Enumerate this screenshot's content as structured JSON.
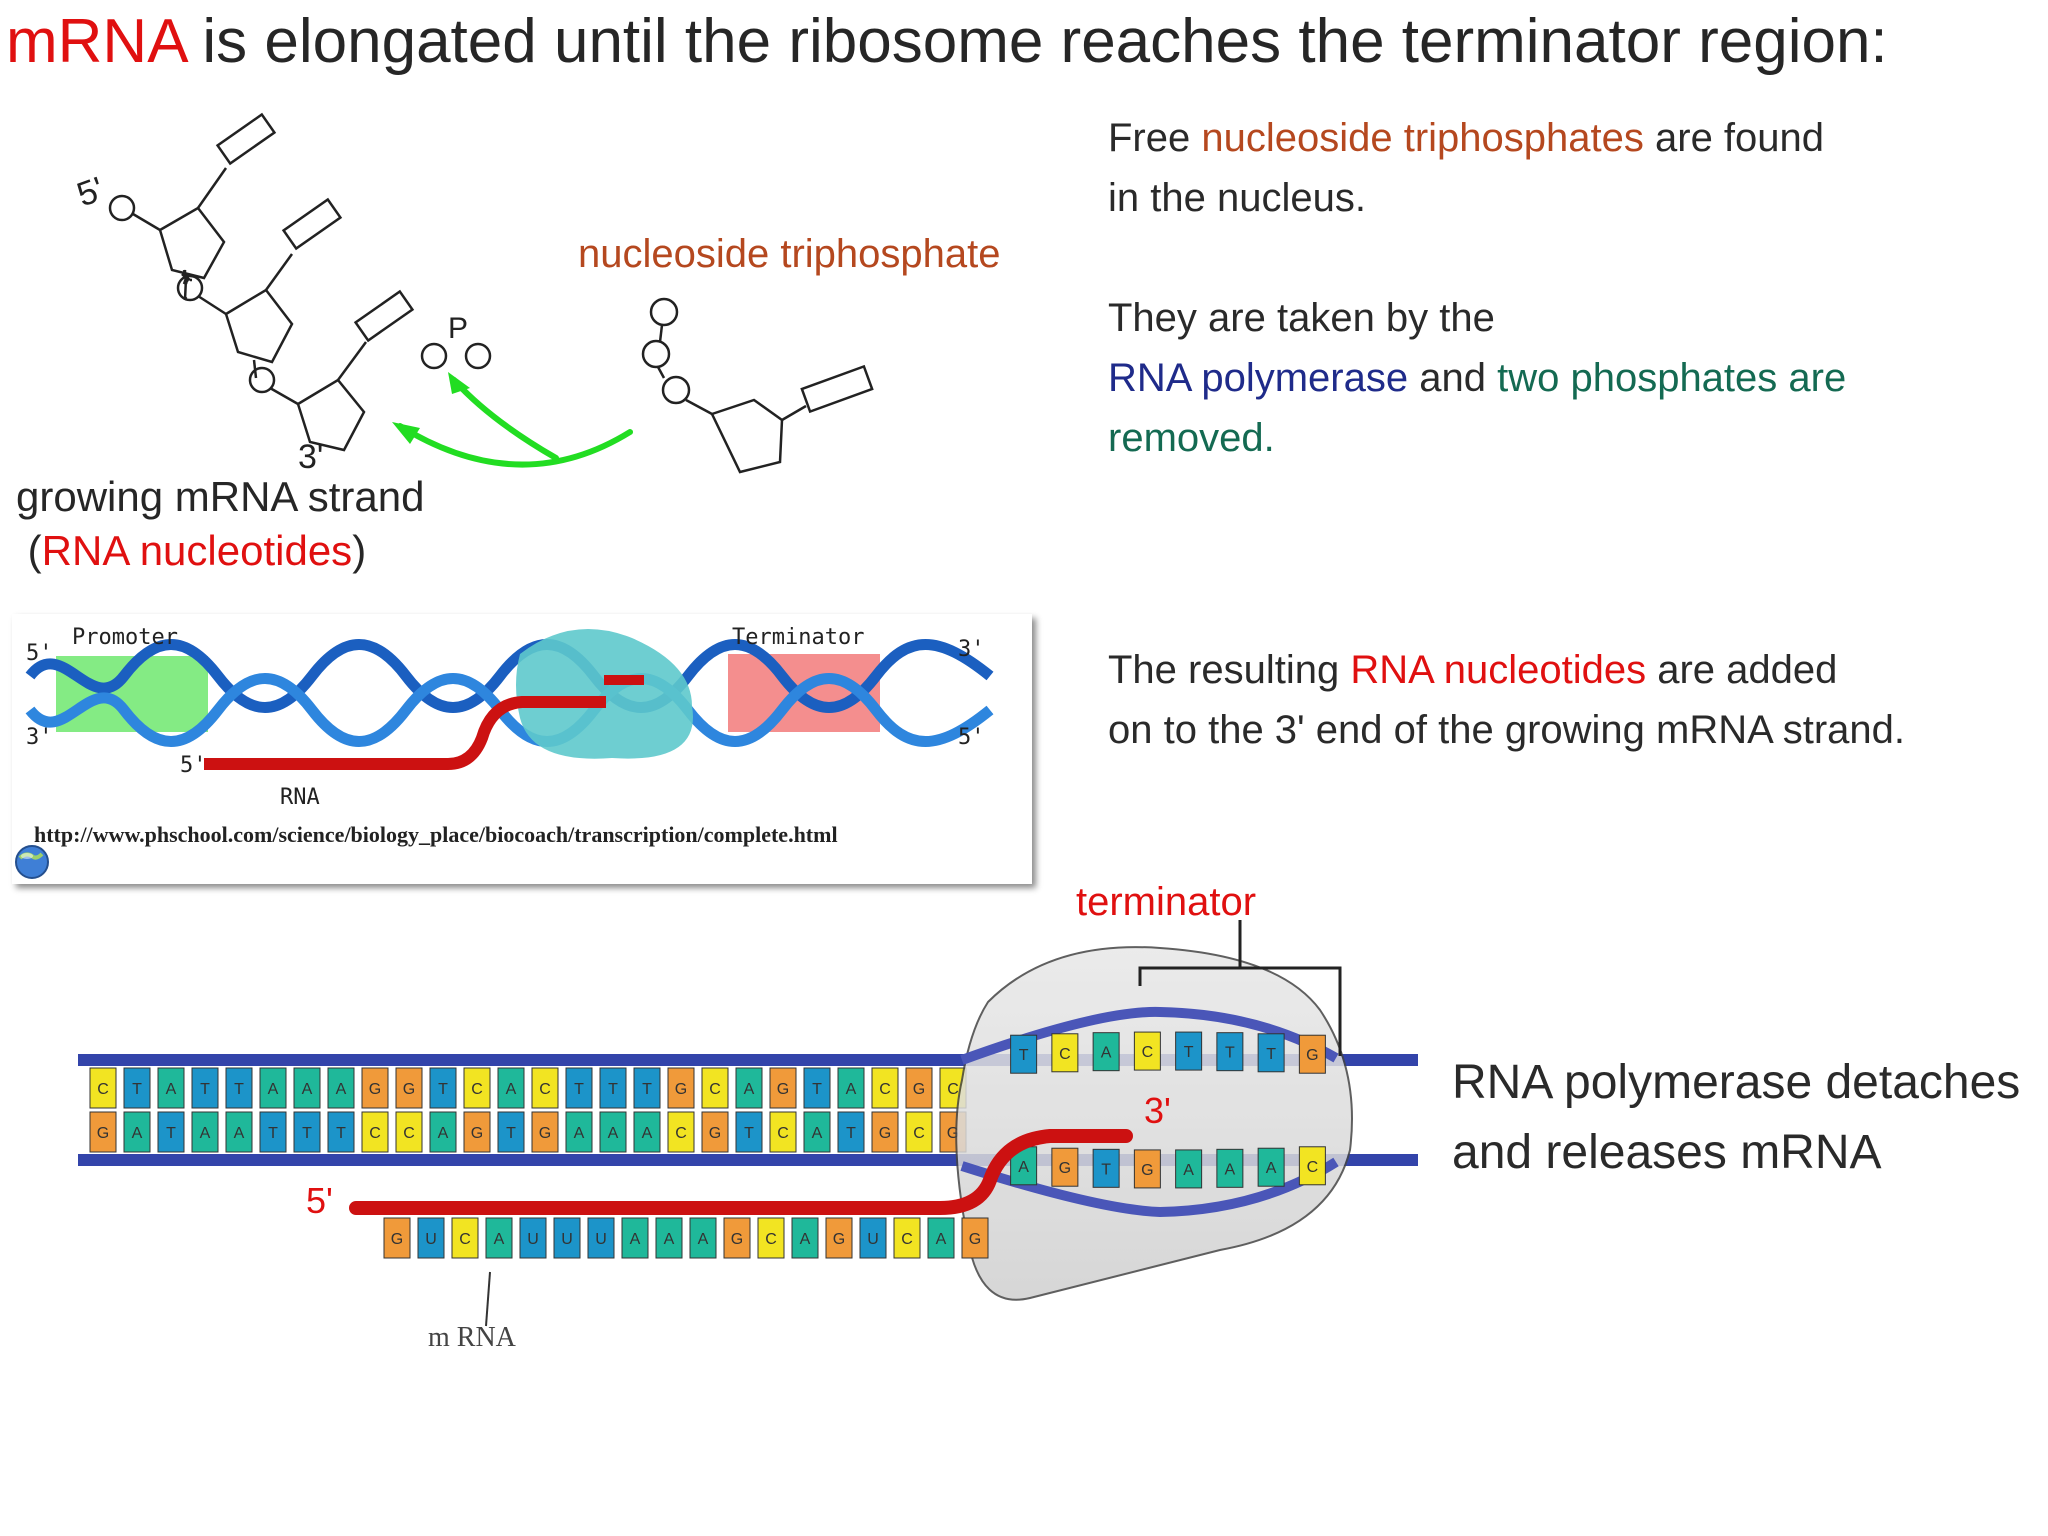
{
  "title": {
    "part1": "mRNA",
    "part2": " is elongated until the ribosome reaches the terminator region:"
  },
  "panel_nucleotide": {
    "prime5": "5'",
    "prime3": "3'",
    "phosphate": "P",
    "nt_label": "nucleoside triphosphate",
    "strand_label_line1": "growing mRNA strand",
    "strand_label_open": "(",
    "strand_label_red": "RNA nucleotides",
    "strand_label_close": ")"
  },
  "panel_animation": {
    "promoter": "Promoter",
    "terminator": "Terminator",
    "rna": "RNA",
    "five_left": "5'",
    "three_left": "3'",
    "three_right": "3'",
    "five_right": "5'",
    "five_rna": "5'",
    "url": "http://www.phschool.com/science/biology_place/biocoach/transcription/complete.html"
  },
  "paragraph1": {
    "a": "Free ",
    "b": "nucleoside triphosphates",
    "c": " are found",
    "d": "in the nucleus."
  },
  "paragraph2": {
    "a": "They are taken by the",
    "b": "RNA polymerase",
    "c": " and ",
    "d": "two phosphates are",
    "e": "removed."
  },
  "paragraph3": {
    "a": "The resulting ",
    "b": "RNA nucleotides",
    "c": " are added",
    "d": "on to the 3' end of the growing mRNA strand."
  },
  "panel_transcription": {
    "terminator": "terminator",
    "three_prime": "3'",
    "five_prime": "5'",
    "mrna_label": "m RNA",
    "top_bases": [
      "C",
      "T",
      "A",
      "T",
      "T",
      "A",
      "A",
      "A",
      "G",
      "G",
      "T",
      "C",
      "A",
      "C",
      "T",
      "T",
      "T",
      "G",
      "C",
      "A",
      "G",
      "T",
      "A",
      "C",
      "G",
      "C"
    ],
    "bottom_bases": [
      "G",
      "A",
      "T",
      "A",
      "A",
      "T",
      "T",
      "T",
      "C",
      "C",
      "A",
      "G",
      "T",
      "G",
      "A",
      "A",
      "A",
      "C",
      "G",
      "T",
      "C",
      "A",
      "T",
      "G",
      "C",
      "G"
    ],
    "mrna_bases": [
      "G",
      "U",
      "C",
      "A",
      "U",
      "U",
      "U",
      "A",
      "A",
      "A",
      "G",
      "C",
      "A",
      "G",
      "U",
      "C",
      "A",
      "G"
    ]
  },
  "paragraph4": {
    "line1": "RNA polymerase detaches",
    "line2": "and releases mRNA"
  },
  "colors": {
    "red": "#e01010",
    "brown": "#b5481f",
    "navy": "#1f2b8a",
    "teal": "#146a52",
    "A": "#1fb89a",
    "T": "#1c94c9",
    "U": "#1c94c9",
    "G": "#f09a3a",
    "C": "#f2e422"
  }
}
